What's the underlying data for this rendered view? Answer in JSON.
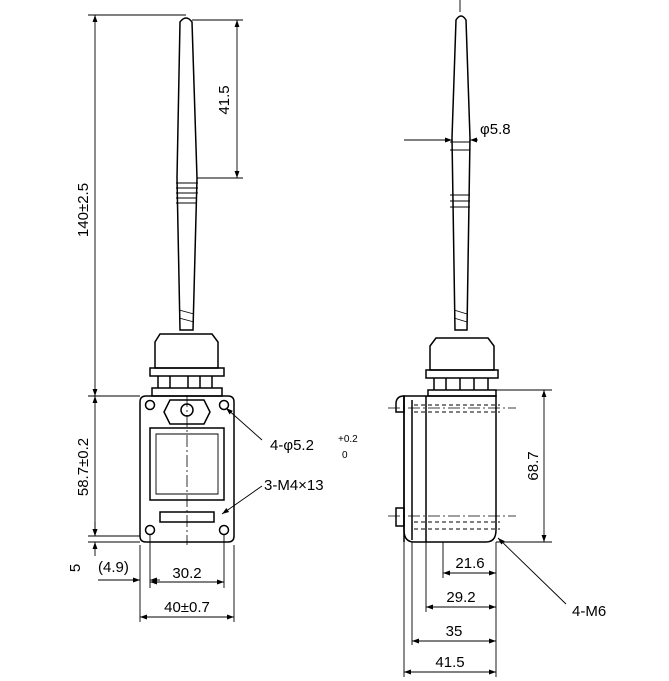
{
  "dimensions": {
    "total_height": "140±2.5",
    "rod_taper": "41.5",
    "body_height": "58.7±0.2",
    "bottom_offset": "5",
    "side_offset": "(4.9)",
    "hole_spacing": "30.2",
    "body_width": "40±0.7",
    "rod_diameter": "φ5.8",
    "side_height": "68.7",
    "side_21_6": "21.6",
    "side_29_2": "29.2",
    "side_35": "35",
    "side_41_5": "41.5"
  },
  "callouts": {
    "mount_holes_main": "4-φ5.2",
    "mount_holes_tol_upper": "+0.2",
    "mount_holes_tol_lower": "0",
    "screw_holes": "3-M4×13",
    "side_threads": "4-M6"
  }
}
